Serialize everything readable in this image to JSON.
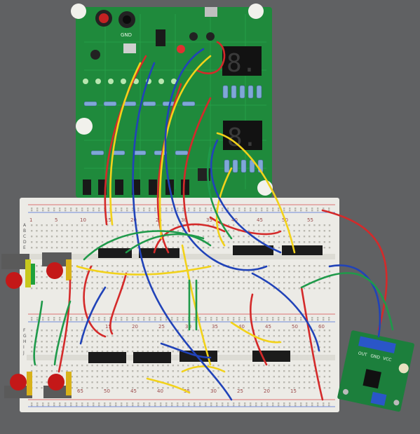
{
  "pcb": {
    "gnd_label": "GND",
    "seven_seg_top": "8.",
    "seven_seg_bottom": "8."
  },
  "breadboard": {
    "top_numbers": [
      "1",
      "5",
      "10",
      "15",
      "20",
      "25",
      "30",
      "35",
      "40",
      "45",
      "50",
      "55"
    ],
    "middle_numbers": [
      "15",
      "20",
      "25",
      "30",
      "35",
      "40",
      "45",
      "50",
      "60"
    ],
    "bottom_numbers": [
      "65",
      "50",
      "45",
      "40",
      "35",
      "30",
      "25",
      "20",
      "15"
    ],
    "row_letters_top": [
      "A",
      "B",
      "C",
      "D",
      "E"
    ],
    "row_letters_bottom": [
      "F",
      "G",
      "H",
      "I",
      "J"
    ]
  },
  "module": {
    "labels": [
      "OUT",
      "GND",
      "VCC"
    ]
  },
  "colors": {
    "pcb_green": "#1f8a3c",
    "breadboard": "#ecebe6",
    "wire_red": "#d42a2a",
    "wire_yellow": "#f2d21a",
    "wire_blue": "#2143b8",
    "wire_green": "#1f9a4a",
    "led_red": "#c41818"
  }
}
